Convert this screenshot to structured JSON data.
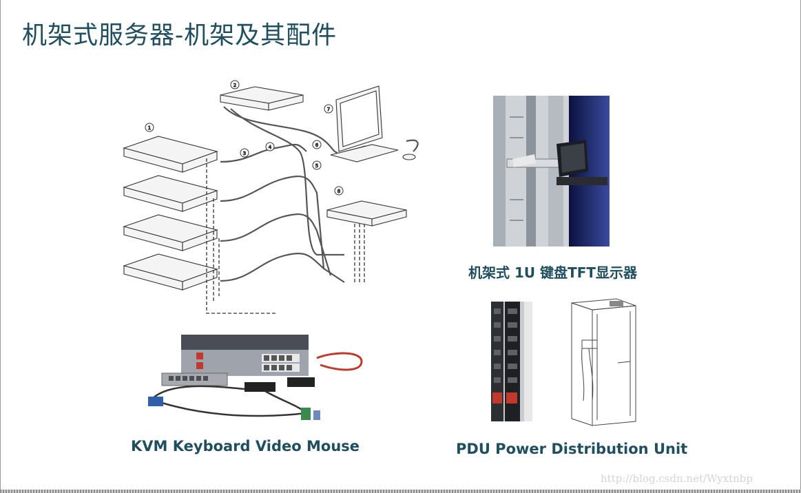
{
  "slide": {
    "title": "机架式服务器-机架及其配件"
  },
  "captions": {
    "kvm": "KVM Keyboard Video Mouse",
    "tft": "机架式 1U 键盘TFT显示器",
    "pdu": "PDU Power Distribution Unit"
  },
  "diagram": {
    "callouts": [
      "1",
      "2",
      "3",
      "4",
      "5",
      "6",
      "7",
      "8"
    ]
  },
  "watermark": "http://blog.csdn.net/Wyxtnbp"
}
